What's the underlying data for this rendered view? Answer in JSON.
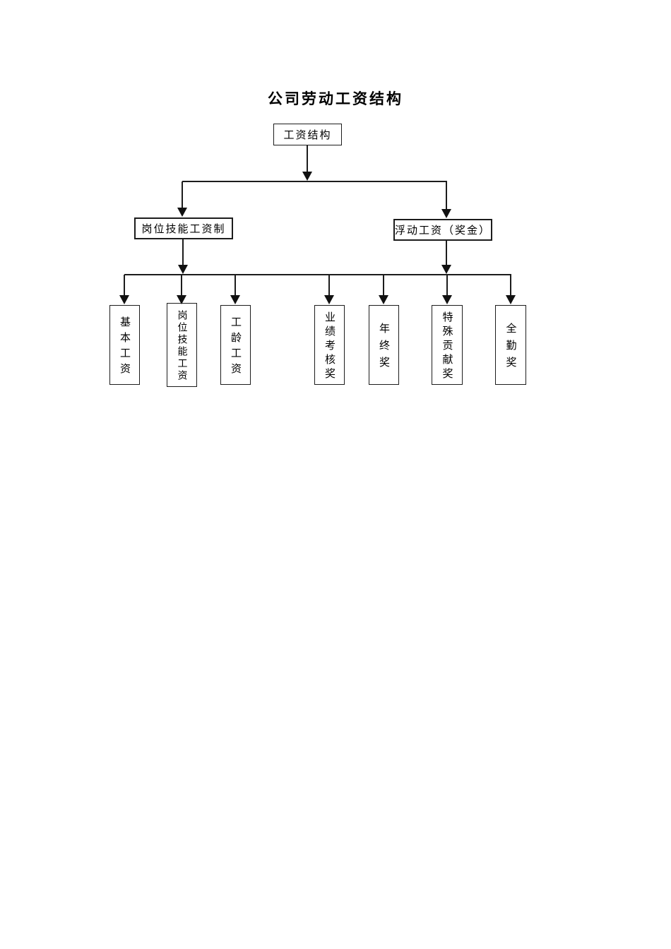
{
  "title": "公司劳动工资结构",
  "nodes": {
    "root": {
      "label": "工资结构"
    },
    "level2": [
      {
        "label": "岗位技能工资制"
      },
      {
        "label": "浮动工资（奖金）"
      }
    ],
    "leaves": [
      {
        "label": "基本工资"
      },
      {
        "label": "岗位技能工资"
      },
      {
        "label": "工龄工资"
      },
      {
        "label": "业绩考核奖"
      },
      {
        "label": "年终奖"
      },
      {
        "label": "特殊贡献奖"
      },
      {
        "label": "全勤奖"
      }
    ]
  },
  "colors": {
    "line": "#1c1c1c",
    "box_border": "#1c1c1c",
    "text": "#000000",
    "background": "#ffffff"
  }
}
